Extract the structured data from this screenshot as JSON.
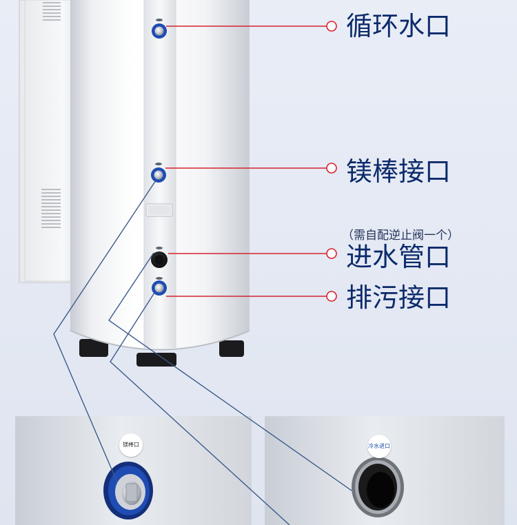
{
  "callouts": [
    {
      "id": "circulation",
      "label": "循环水口"
    },
    {
      "id": "magnesium-rod",
      "label": "镁棒接口"
    },
    {
      "id": "water-inlet",
      "label": "进水管口",
      "note": "（需自配逆止阀一个）"
    },
    {
      "id": "drain",
      "label": "排污接口"
    }
  ],
  "detail_panels": {
    "left": {
      "tag": "镁棒口"
    },
    "right": {
      "tag": "冷水进口"
    }
  },
  "colors": {
    "leader_red": "#d6232e",
    "leader_blue": "#3d5a8a",
    "label_text": "#0c2a6b",
    "ring_blue": "#1f4cb3"
  }
}
